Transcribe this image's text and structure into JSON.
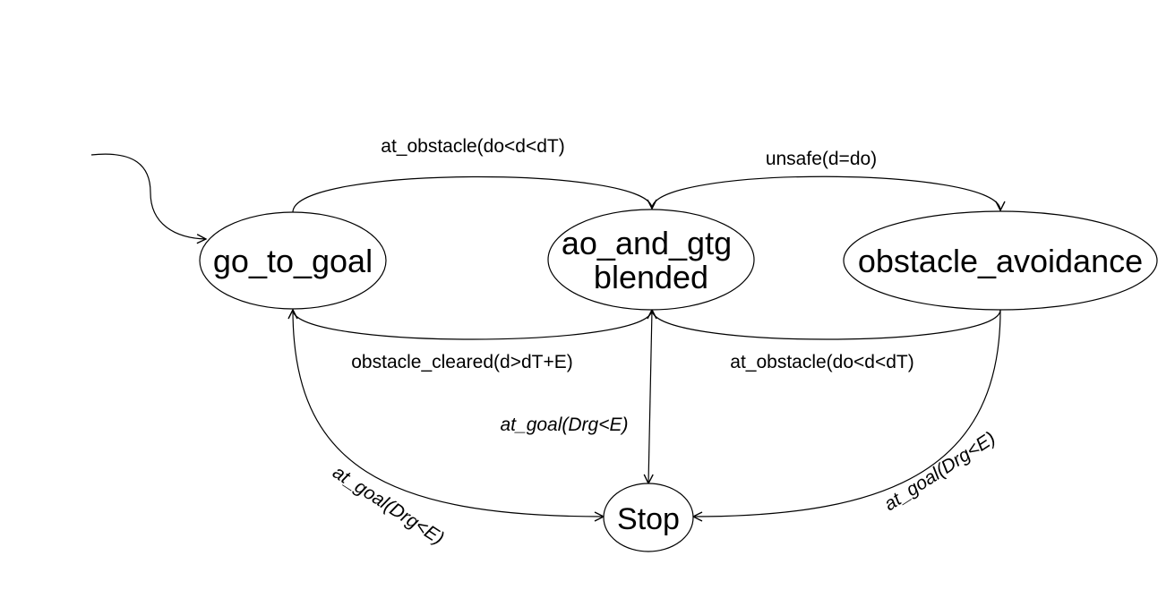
{
  "nodes": {
    "go_to_goal": "go_to_goal",
    "ao_and_gtg_line1": "ao_and_gtg",
    "ao_and_gtg_line2": "blended",
    "obstacle_avoidance": "obstacle_avoidance",
    "stop": "Stop"
  },
  "edges": {
    "gtg_to_blended": "at_obstacle(do<d<dT)",
    "blended_to_ao": "unsafe(d=do)",
    "blended_to_gtg": "obstacle_cleared(d>dT+E)",
    "ao_to_blended": "at_obstacle(do<d<dT)",
    "blended_to_stop": "at_goal(Drg<E)",
    "gtg_to_stop": "at_goal(Drg<E)",
    "ao_to_stop": "at_goal(Drg<E)"
  },
  "colors": {
    "stroke": "#000000",
    "background": "#ffffff"
  }
}
